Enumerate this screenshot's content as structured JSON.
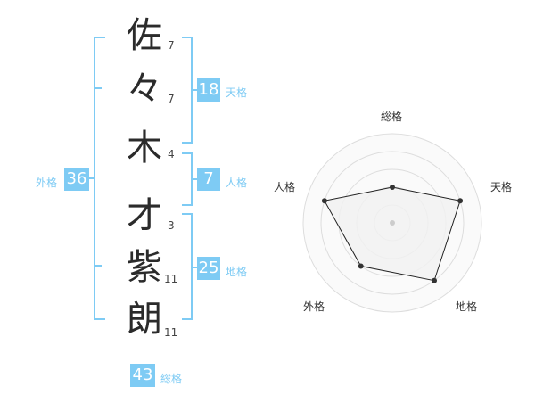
{
  "name": {
    "chars": [
      {
        "char": "佐",
        "strokes": "7"
      },
      {
        "char": "々",
        "strokes": "7"
      },
      {
        "char": "木",
        "strokes": "4"
      },
      {
        "char": "才",
        "strokes": "3"
      },
      {
        "char": "紫",
        "strokes": "11"
      },
      {
        "char": "朗",
        "strokes": "11"
      }
    ]
  },
  "kakusu": {
    "tenkaku": {
      "value": "18",
      "label": "天格"
    },
    "jinkaku": {
      "value": "7",
      "label": "人格"
    },
    "chikaku": {
      "value": "25",
      "label": "地格"
    },
    "gaikaku": {
      "value": "36",
      "label": "外格"
    },
    "soukaku": {
      "value": "43",
      "label": "総格"
    }
  },
  "radar": {
    "axes": [
      "総格",
      "天格",
      "地格",
      "外格",
      "人格"
    ],
    "values": [
      0.4,
      0.8,
      0.8,
      0.6,
      0.8
    ],
    "colors": {
      "fill": "#f1f1f1",
      "stroke": "#222222",
      "grid": "#dddddd"
    }
  },
  "colors": {
    "accent": "#7ecbf4"
  }
}
